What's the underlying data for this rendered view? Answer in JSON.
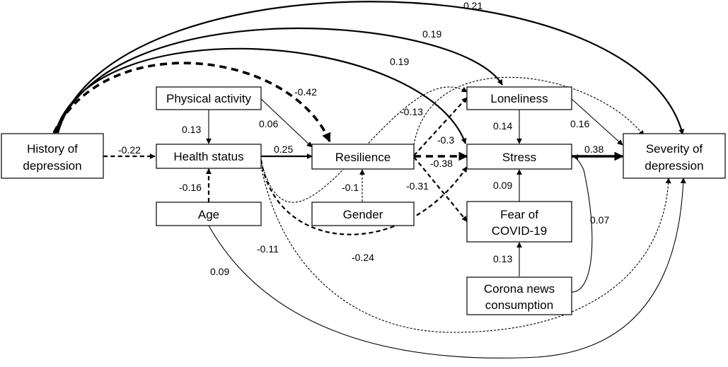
{
  "nodes": {
    "history": {
      "lines": [
        "History of",
        "depression"
      ]
    },
    "physical": {
      "lines": [
        "Physical activity"
      ]
    },
    "health": {
      "lines": [
        "Health status"
      ]
    },
    "age": {
      "lines": [
        "Age"
      ]
    },
    "resilience": {
      "lines": [
        "Resilience"
      ]
    },
    "gender": {
      "lines": [
        "Gender"
      ]
    },
    "loneliness": {
      "lines": [
        "Loneliness"
      ]
    },
    "stress": {
      "lines": [
        "Stress"
      ]
    },
    "fear": {
      "lines": [
        "Fear of",
        "COVID-19"
      ]
    },
    "news": {
      "lines": [
        "Corona news",
        "consumption"
      ]
    },
    "severity": {
      "lines": [
        "Severity of",
        "depression"
      ]
    }
  },
  "edges": [
    {
      "id": "history-health",
      "value": "-0.22",
      "dashed": true,
      "weight": "medium"
    },
    {
      "id": "physical-health",
      "value": "0.13",
      "dashed": false,
      "weight": "thin"
    },
    {
      "id": "age-health",
      "value": "-0.16",
      "dashed": true,
      "weight": "medium"
    },
    {
      "id": "physical-resilience",
      "value": "0.06",
      "dashed": false,
      "weight": "thin"
    },
    {
      "id": "health-resilience",
      "value": "0.25",
      "dashed": false,
      "weight": "medium"
    },
    {
      "id": "history-resilience",
      "value": "-0.42",
      "dashed": true,
      "weight": "thick"
    },
    {
      "id": "gender-resilience",
      "value": "-0.1",
      "dashed": true,
      "weight": "thin"
    },
    {
      "id": "resilience-loneliness",
      "value": "-0.3",
      "dashed": true,
      "weight": "medium"
    },
    {
      "id": "resilience-stress",
      "value": "-0.38",
      "dashed": true,
      "weight": "thick"
    },
    {
      "id": "resilience-fear",
      "value": "-0.31",
      "dashed": true,
      "weight": "medium"
    },
    {
      "id": "health-loneliness",
      "value": "-0.13",
      "dashed": true,
      "weight": "thin"
    },
    {
      "id": "health-stress",
      "value": "-0.24",
      "dashed": true,
      "weight": "medium"
    },
    {
      "id": "history-stress",
      "value": "0.19",
      "dashed": false,
      "weight": "medium"
    },
    {
      "id": "history-loneliness",
      "value": "0.19",
      "dashed": false,
      "weight": "medium"
    },
    {
      "id": "history-severity",
      "value": "0.21",
      "dashed": false,
      "weight": "medium"
    },
    {
      "id": "loneliness-stress",
      "value": "0.14",
      "dashed": false,
      "weight": "thin"
    },
    {
      "id": "fear-stress",
      "value": "0.09",
      "dashed": false,
      "weight": "thin"
    },
    {
      "id": "news-fear",
      "value": "0.13",
      "dashed": false,
      "weight": "thin"
    },
    {
      "id": "loneliness-severity",
      "value": "0.16",
      "dashed": false,
      "weight": "thin"
    },
    {
      "id": "stress-severity",
      "value": "0.38",
      "dashed": false,
      "weight": "thick"
    },
    {
      "id": "news-stress",
      "value": "0.07",
      "dashed": false,
      "weight": "thin"
    },
    {
      "id": "health-severity",
      "value": "-0.11",
      "dashed": true,
      "weight": "thin"
    },
    {
      "id": "age-severity",
      "value": "0.09",
      "dashed": false,
      "weight": "thin"
    },
    {
      "id": "loneliness-severity-arc",
      "value": "",
      "dashed": true,
      "weight": "thin"
    }
  ]
}
